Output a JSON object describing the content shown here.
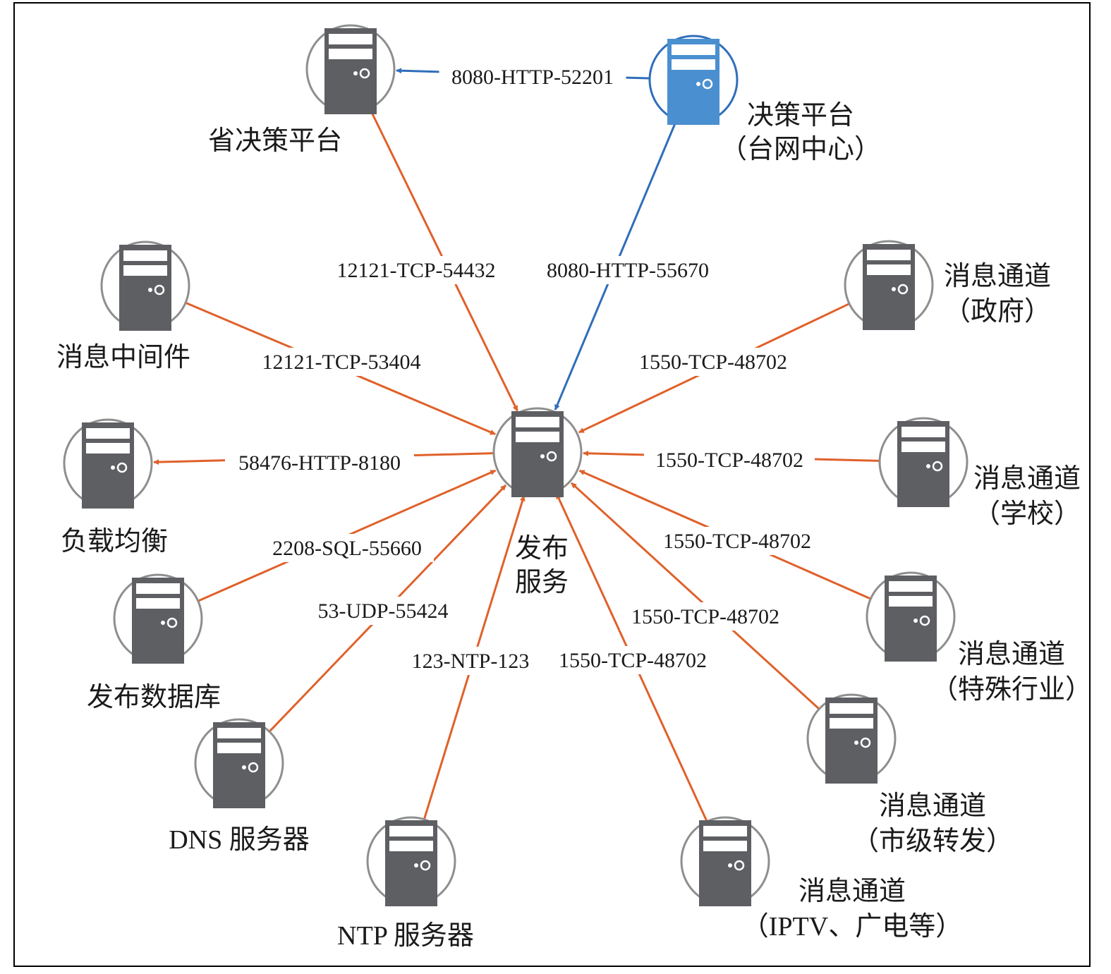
{
  "colors": {
    "orange": "#E0612A",
    "blue": "#2F6EBA",
    "server_gray": "#5E5F63",
    "server_blue": "#4A8FD0",
    "circle_gray": "#8E8E8E"
  },
  "nodes": [
    {
      "id": "fabu",
      "icon": "server-icon",
      "lines": [
        "发布",
        "服务"
      ]
    },
    {
      "id": "sheng",
      "icon": "server-icon",
      "lines": [
        "省决策平台"
      ]
    },
    {
      "id": "juece",
      "icon": "server-icon",
      "lines": [
        "决策平台",
        "（台网中心）"
      ]
    },
    {
      "id": "zhongjian",
      "icon": "server-icon",
      "lines": [
        "消息中间件"
      ]
    },
    {
      "id": "fuzai",
      "icon": "server-icon",
      "lines": [
        "负载均衡"
      ]
    },
    {
      "id": "shujuku",
      "icon": "server-icon",
      "lines": [
        "发布数据库"
      ]
    },
    {
      "id": "dns",
      "icon": "server-icon",
      "lines": [
        "DNS 服务器"
      ]
    },
    {
      "id": "ntp",
      "icon": "server-icon",
      "lines": [
        "NTP 服务器"
      ]
    },
    {
      "id": "zhengfu",
      "icon": "server-icon",
      "lines": [
        "消息通道",
        "（政府）"
      ]
    },
    {
      "id": "xuexiao",
      "icon": "server-icon",
      "lines": [
        "消息通道",
        "（学校）"
      ]
    },
    {
      "id": "teshu",
      "icon": "server-icon",
      "lines": [
        "消息通道",
        "（特殊行业）"
      ]
    },
    {
      "id": "shiji",
      "icon": "server-icon",
      "lines": [
        "消息通道",
        "（市级转发）"
      ]
    },
    {
      "id": "iptv",
      "icon": "server-icon",
      "lines": [
        "消息通道",
        "（IPTV、广电等）"
      ]
    }
  ],
  "edges": [
    {
      "id": "juece-sheng",
      "from": "juece",
      "to": "sheng",
      "label": "8080-HTTP-52201",
      "color": "blue"
    },
    {
      "id": "sheng-fabu",
      "from": "sheng",
      "to": "fabu",
      "label": "12121-TCP-54432",
      "color": "orange"
    },
    {
      "id": "juece-fabu",
      "from": "juece",
      "to": "fabu",
      "label": "8080-HTTP-55670",
      "color": "blue"
    },
    {
      "id": "zhongjian-fabu",
      "from": "zhongjian",
      "to": "fabu",
      "label": "12121-TCP-53404",
      "color": "orange"
    },
    {
      "id": "fabu-fuzai",
      "from": "fabu",
      "to": "fuzai",
      "label": "58476-HTTP-8180",
      "color": "orange"
    },
    {
      "id": "shujuku-fabu",
      "from": "shujuku",
      "to": "fabu",
      "label": "2208-SQL-55660",
      "color": "orange"
    },
    {
      "id": "dns-fabu",
      "from": "dns",
      "to": "fabu",
      "label": "53-UDP-55424",
      "color": "orange"
    },
    {
      "id": "ntp-fabu",
      "from": "ntp",
      "to": "fabu",
      "label": "123-NTP-123",
      "color": "orange"
    },
    {
      "id": "zhengfu-fabu",
      "from": "zhengfu",
      "to": "fabu",
      "label": "1550-TCP-48702",
      "color": "orange"
    },
    {
      "id": "xuexiao-fabu",
      "from": "xuexiao",
      "to": "fabu",
      "label": "1550-TCP-48702",
      "color": "orange"
    },
    {
      "id": "teshu-fabu",
      "from": "teshu",
      "to": "fabu",
      "label": "1550-TCP-48702",
      "color": "orange"
    },
    {
      "id": "shiji-fabu",
      "from": "shiji",
      "to": "fabu",
      "label": "1550-TCP-48702",
      "color": "orange"
    },
    {
      "id": "iptv-fabu",
      "from": "iptv",
      "to": "fabu",
      "label": "1550-TCP-48702",
      "color": "orange"
    }
  ]
}
